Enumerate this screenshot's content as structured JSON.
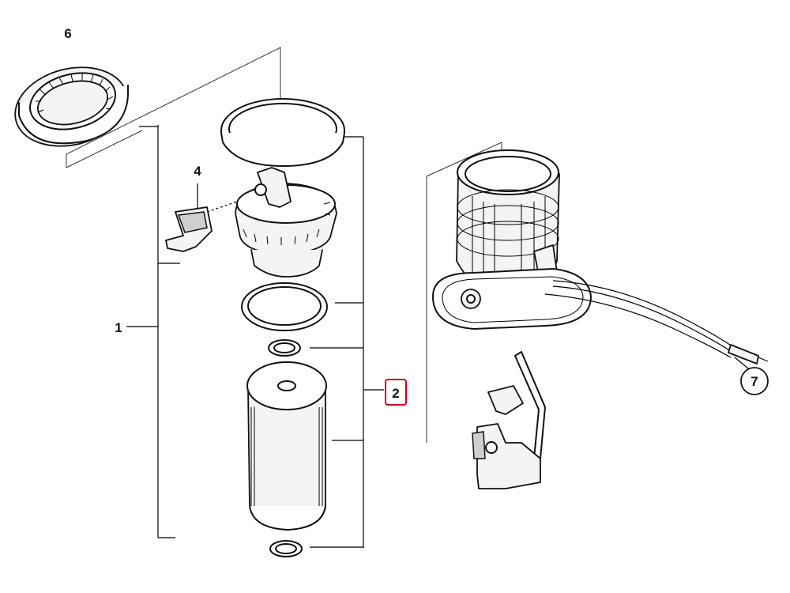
{
  "callouts": {
    "c1": "1",
    "c2": "2",
    "c4": "4",
    "c6": "6",
    "c7": "7"
  },
  "colors": {
    "highlight": "#d0021b",
    "ink": "#111111"
  }
}
